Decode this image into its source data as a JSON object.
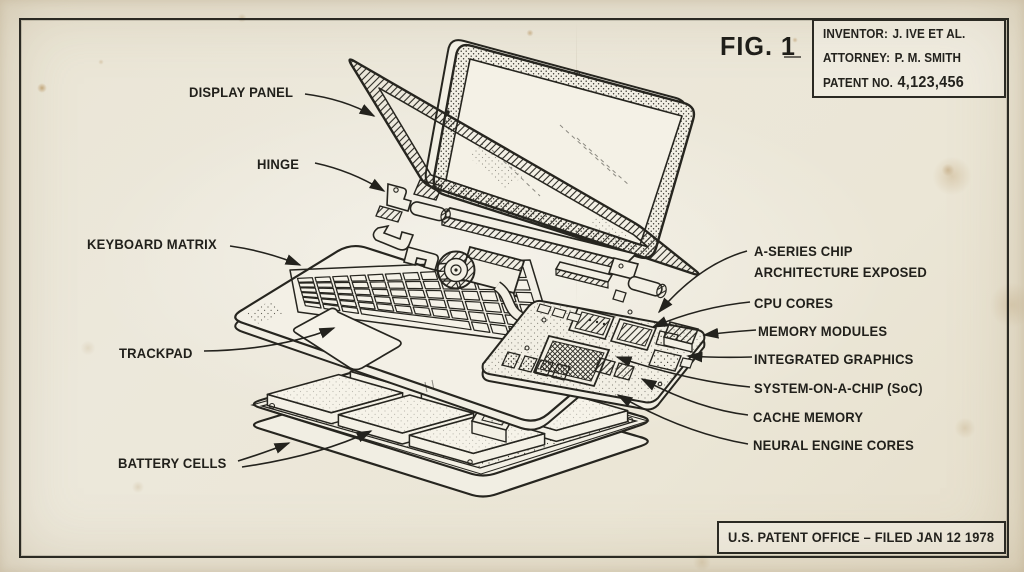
{
  "figure_label": "FIG. 1",
  "title_block": {
    "inventor_label": "INVENTOR:",
    "inventor_value": "J. IVE ET AL.",
    "attorney_label": "ATTORNEY:",
    "attorney_value": "P. M. SMITH",
    "patent_label": "PATENT NO.",
    "patent_value": "4,123,456"
  },
  "footer": {
    "text": "U.S. PATENT OFFICE – FILED JAN 12 1978"
  },
  "callouts": {
    "display_panel": "DISPLAY PANEL",
    "hinge": "HINGE",
    "keyboard_matrix": "KEYBOARD MATRIX",
    "trackpad": "TRACKPAD",
    "battery_cells": "BATTERY CELLS",
    "a_series_chip_line1": "A-SERIES CHIP",
    "a_series_chip_line2": "ARCHITECTURE EXPOSED",
    "cpu_cores": "CPU CORES",
    "memory_modules": "MEMORY MODULES",
    "integrated_graphics": "INTEGRATED GRAPHICS",
    "system_on_a_chip": "SYSTEM-ON-A-CHIP (SoC)",
    "cache_memory": "CACHE MEMORY",
    "neural_engine_cores": "NEURAL ENGINE CORES"
  },
  "colors": {
    "ink": "#26251f",
    "paper": "#ece8db",
    "stain": "#a97a3c"
  }
}
